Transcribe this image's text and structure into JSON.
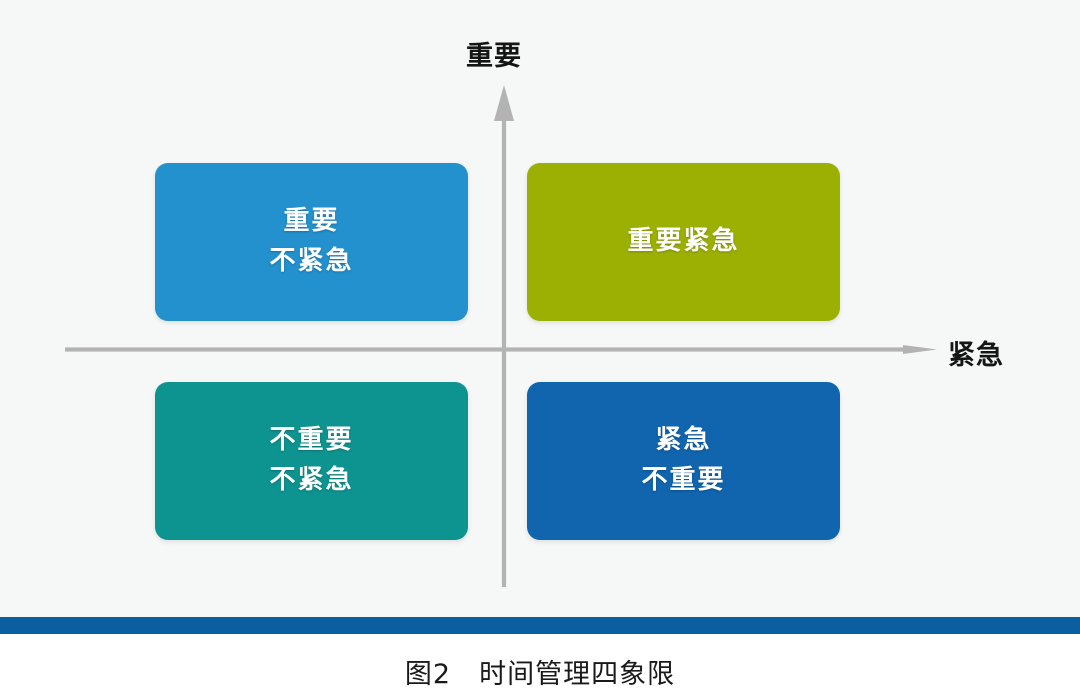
{
  "figure": {
    "caption": "图2　时间管理四象限",
    "background_color": "#f6f7f7",
    "page_color": "#ffffff",
    "footer_rule_color": "#0b5ea0"
  },
  "axes": {
    "vertical": {
      "label": "重要",
      "icon": "arrow-up-icon",
      "color": "#b3b3b3",
      "direction": "up"
    },
    "horizontal": {
      "label": "紧急",
      "icon": "arrow-right-icon",
      "color": "#b3b3b3",
      "direction": "right"
    }
  },
  "quadrants": [
    {
      "id": "important-not-urgent",
      "position": "top-left",
      "lines": [
        "重要",
        "不紧急"
      ],
      "color": "#2291ce",
      "shadow_color": "#1a6ea0",
      "text_color": "#ffffff"
    },
    {
      "id": "important-urgent",
      "position": "top-right",
      "lines": [
        "重要紧急"
      ],
      "color": "#9cb004",
      "shadow_color": "#7a8a03",
      "text_color": "#ffffff"
    },
    {
      "id": "not-important-not-urgent",
      "position": "bottom-left",
      "lines": [
        "不重要",
        "不紧急"
      ],
      "color": "#0d9490",
      "shadow_color": "#0a716e",
      "text_color": "#ffffff"
    },
    {
      "id": "urgent-not-important",
      "position": "bottom-right",
      "lines": [
        "紧急",
        "不重要"
      ],
      "color": "#1065ae",
      "shadow_color": "#0c4d85",
      "text_color": "#ffffff"
    }
  ]
}
